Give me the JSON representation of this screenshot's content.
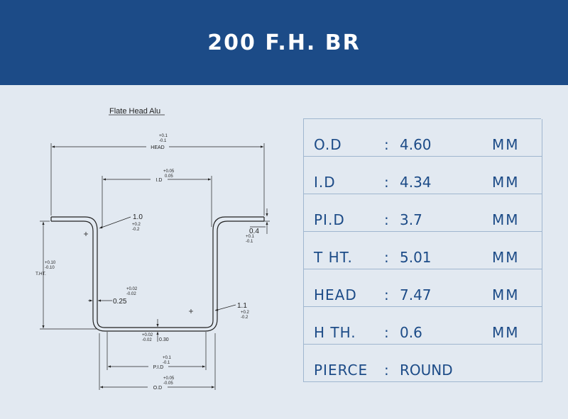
{
  "header": {
    "title": "200 F.H. BR"
  },
  "drawing": {
    "caption": "Flate Head Alu",
    "dims": {
      "head": {
        "label": "HEAD",
        "plus": "+0.1",
        "minus": "-0.1"
      },
      "id": {
        "label": "I.D",
        "plus": "+0.05",
        "minus": "0.05"
      },
      "radius_left": {
        "label": "1.0",
        "plus": "+0.2",
        "minus": "-0.2"
      },
      "flange": {
        "label": "0.4",
        "plus": "+0.1",
        "minus": "-0.1"
      },
      "tht": {
        "label": "T.HT.",
        "plus": "+0.10",
        "minus": "-0.10"
      },
      "wall": {
        "label": "0.25",
        "plus": "+0.02",
        "minus": "-0.02"
      },
      "radius_right": {
        "label": "1.1",
        "plus": "+0.2",
        "minus": "-0.2"
      },
      "bottom": {
        "label": "0.30",
        "plus": "+0.02",
        "minus": "-0.02"
      },
      "pid": {
        "label": "P.I.D",
        "plus": "+0.1",
        "minus": "-0.1"
      },
      "od": {
        "label": "O.D",
        "plus": "+0.05",
        "minus": "-0.05"
      }
    }
  },
  "specs": [
    {
      "label": "O.D",
      "colon": ":",
      "value": "4.60",
      "unit": "MM"
    },
    {
      "label": "I.D",
      "colon": ":",
      "value": "4.34",
      "unit": "MM"
    },
    {
      "label": "PI.D",
      "colon": ":",
      "value": "3.7",
      "unit": "MM"
    },
    {
      "label": "T HT.",
      "colon": ":",
      "value": "5.01",
      "unit": "MM"
    },
    {
      "label": "HEAD",
      "colon": ":",
      "value": "7.47",
      "unit": "MM"
    },
    {
      "label": "H TH.",
      "colon": ":",
      "value": "0.6",
      "unit": "MM"
    },
    {
      "label": "PIERCE",
      "colon": ":",
      "value": "ROUND",
      "unit": ""
    }
  ]
}
